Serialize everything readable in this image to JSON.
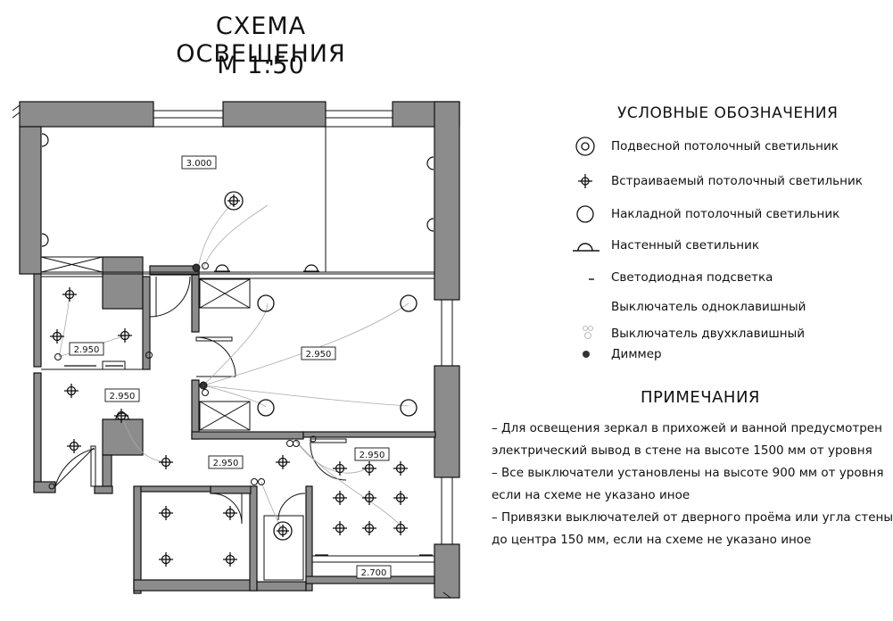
{
  "title": {
    "line1": "СХЕМА ОСВЕЩЕНИЯ",
    "line2": "М 1:50"
  },
  "legend": {
    "heading": "УСЛОВНЫЕ ОБОЗНАЧЕНИЯ",
    "items": [
      {
        "icon": "pendant-light-icon",
        "label": "Подвесной потолочный светильник"
      },
      {
        "icon": "recessed-light-icon",
        "label": "Встраиваемый потолочный светильник"
      },
      {
        "icon": "surface-light-icon",
        "label": "Накладной потолочный светильник"
      },
      {
        "icon": "wall-light-icon",
        "label": "Настенный светильник"
      },
      {
        "icon": "led-strip-icon",
        "label": "Светодиодная подсветка"
      },
      {
        "icon": "single-switch-icon",
        "label": "Выключатель одноклавишный"
      },
      {
        "icon": "double-switch-icon",
        "label": "Выключатель двухклавишный"
      },
      {
        "icon": "dimmer-icon",
        "label": "Диммер"
      }
    ]
  },
  "notes": {
    "heading": "ПРИМЕЧАНИЯ",
    "lines": [
      "– Для освещения зеркал в прихожей и ванной предусмотрен",
      "электрический вывод в стене на высоте 1500 мм от уровня",
      "– Все выключатели установлены на высоте 900 мм от уровня",
      " если на схеме не указано иное",
      "– Привязки выключателей от дверного проёма или угла стены",
      "до центра 150 мм, если на схеме не указано иное"
    ]
  },
  "plan": {
    "ceiling_heights": [
      "3.000",
      "2.950",
      "2.950",
      "2.950",
      "2.950",
      "2.950",
      "2.700"
    ],
    "colors": {
      "wall": "#8c8c8c",
      "line": "#111111",
      "dimmer": "#333333"
    }
  }
}
